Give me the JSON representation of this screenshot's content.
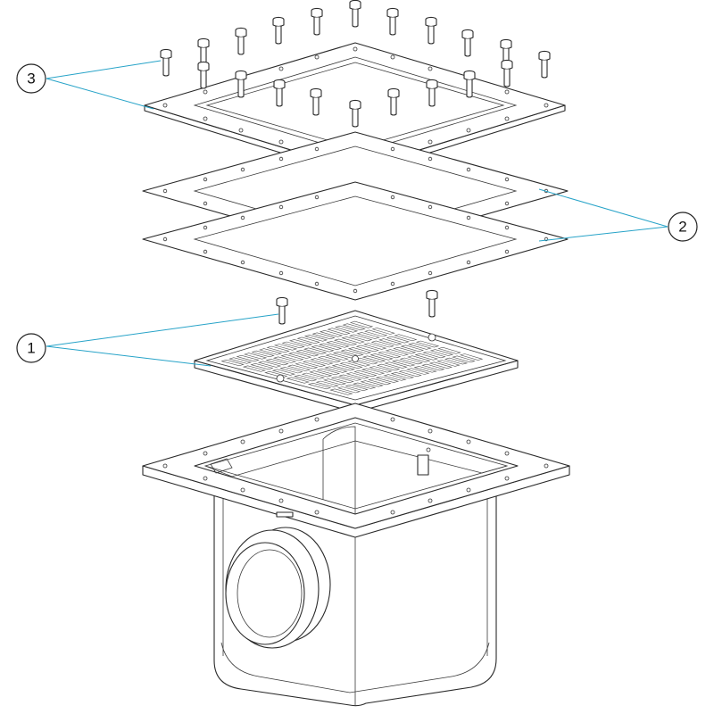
{
  "callouts": [
    {
      "id": "callout-1",
      "label": "1"
    },
    {
      "id": "callout-2",
      "label": "2"
    },
    {
      "id": "callout-3",
      "label": "3"
    }
  ],
  "colors": {
    "leader": "#27a3c8",
    "line": "#2a2a2a",
    "background": "#ffffff"
  }
}
